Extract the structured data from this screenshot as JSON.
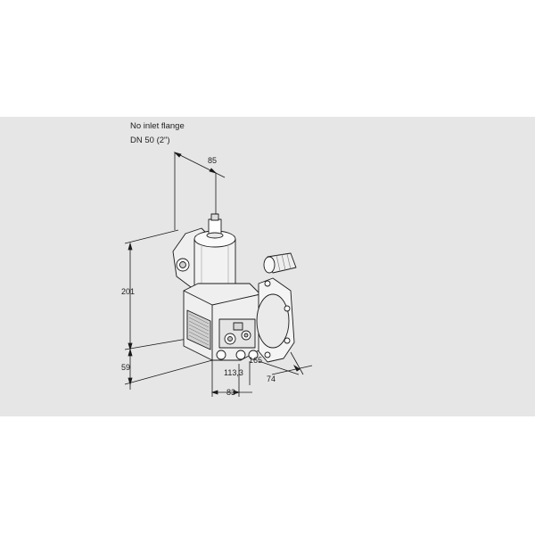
{
  "notes": {
    "flange": "No inlet flange",
    "size": "DN 50 (2\")"
  },
  "dimensions": {
    "top_width": "85",
    "height_total": "201",
    "height_lower": "59",
    "length_a": "113,3",
    "length_b": "83",
    "length_c": "165",
    "length_d": "74"
  }
}
